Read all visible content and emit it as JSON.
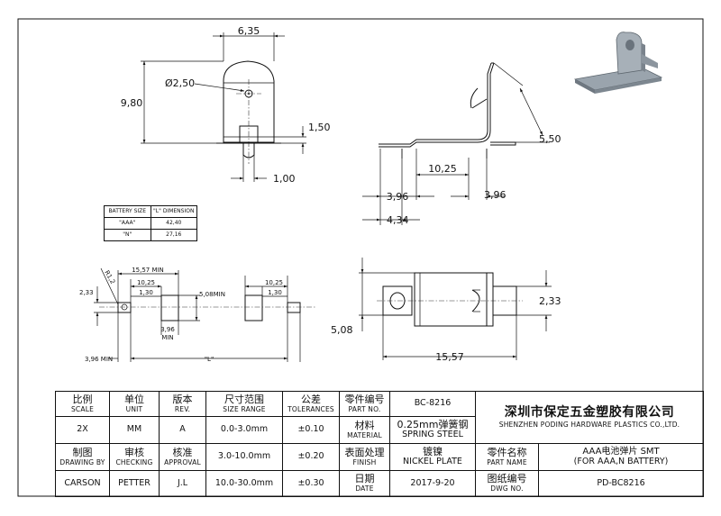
{
  "views": {
    "front": {
      "width_dim": "6,35",
      "height_dim": "9,80",
      "hole_dim": "Ø2,50",
      "tab_height_dim": "1,50",
      "tab_width_dim": "1,00"
    },
    "side": {
      "height_dim": "5,50",
      "span_dim": "10,25",
      "left_dim": "3,96",
      "right_dim": "3,96",
      "offset_dim": "4,34"
    },
    "footprint": {
      "overall_dim": "15,57 MIN",
      "pitch_dim": "10,25",
      "pad_left_dim": "1,30",
      "pad_height_dim": "5,08MIN",
      "pad_depth_dim": "3,96\nMIN",
      "pad_depth_line1": "3,96",
      "pad_depth_line2": "MIN",
      "radius_dim": "R1,2",
      "y_dim": "2,33",
      "bottom_left_dim": "3,96 MIN",
      "length_dim": "\"L\"",
      "right_pitch_dim": "10,25",
      "right_pad_dim": "1,30"
    },
    "bottom": {
      "tab_width_dim": "2,33",
      "height_dim": "5,08",
      "length_dim": "15,57"
    }
  },
  "battery_table": {
    "headers": [
      "BATTERY SIZE",
      "\"L\" DIMENSION"
    ],
    "rows": [
      [
        "\"AAA\"",
        "42,40"
      ],
      [
        "\"N\"",
        "27,16"
      ]
    ]
  },
  "title_block": {
    "headers": [
      {
        "cn": "比例",
        "en": "SCALE"
      },
      {
        "cn": "单位",
        "en": "UNIT"
      },
      {
        "cn": "版本",
        "en": "REV."
      },
      {
        "cn": "尺寸范围",
        "en": "SIZE RANGE"
      },
      {
        "cn": "公差",
        "en": "TOLERANCES"
      },
      {
        "cn": "零件编号",
        "en": "PART NO."
      }
    ],
    "scale": "2X",
    "unit": "MM",
    "rev": "A",
    "size_ranges": [
      "0.0-3.0mm",
      "3.0-10.0mm",
      "10.0-30.0mm"
    ],
    "tolerances": [
      "±0.10",
      "±0.20",
      "±0.30"
    ],
    "part_no": "BC-8216",
    "material": {
      "cn": "材料",
      "en": "MATERIAL",
      "value_cn": "0.25mm弹簧钢",
      "value_en": "SPRING STEEL"
    },
    "finish": {
      "cn": "表面处理",
      "en": "FINISH",
      "value_cn": "镀镍",
      "value_en": "NICKEL PLATE"
    },
    "date": {
      "cn": "日期",
      "en": "DATE",
      "value": "2017-9-20"
    },
    "drawing_by": {
      "cn": "制图",
      "en": "DRAWING BY",
      "value": "CARSON"
    },
    "checking": {
      "cn": "审核",
      "en": "CHECKING",
      "value": "PETTER"
    },
    "approval": {
      "cn": "核准",
      "en": "APPROVAL",
      "value": "J.L"
    },
    "company_cn": "深圳市保定五金塑胶有限公司",
    "company_en": "SHENZHEN PODING HARDWARE PLASTICS CO.,LTD.",
    "part_name": {
      "cn": "零件名称",
      "en": "PART NAME",
      "value_line1": "AAA电池弹片 SMT",
      "value_line2": "(FOR AAA,N BATTERY)"
    },
    "dwg_no": {
      "cn": "图纸编号",
      "en": "DWG NO.",
      "value": "PD-BC8216"
    }
  }
}
